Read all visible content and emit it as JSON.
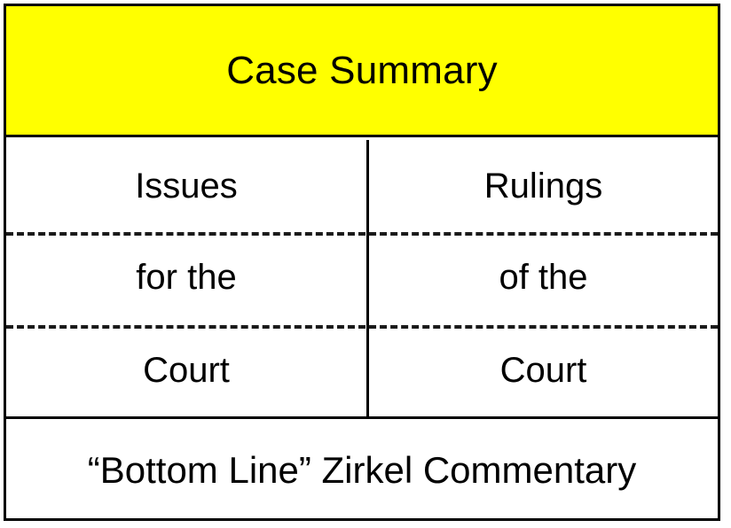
{
  "figure": {
    "kind": "table-diagram",
    "colors": {
      "header_background": "#FFFF00",
      "border": "#000000",
      "body_background": "#FFFFFF",
      "text": "#000000"
    }
  },
  "header": {
    "title": "Case Summary"
  },
  "columns": [
    {
      "id": "issues",
      "lines": [
        "Issues",
        "for the",
        "Court"
      ]
    },
    {
      "id": "rulings",
      "lines": [
        "Rulings",
        "of the",
        "Court"
      ]
    }
  ],
  "rows": [
    {
      "left": "Issues",
      "right": "Rulings"
    },
    {
      "left": "for the",
      "right": "of the"
    },
    {
      "left": "Court",
      "right": "Court"
    }
  ],
  "footer": {
    "text": "“Bottom Line” Zirkel Commentary"
  }
}
